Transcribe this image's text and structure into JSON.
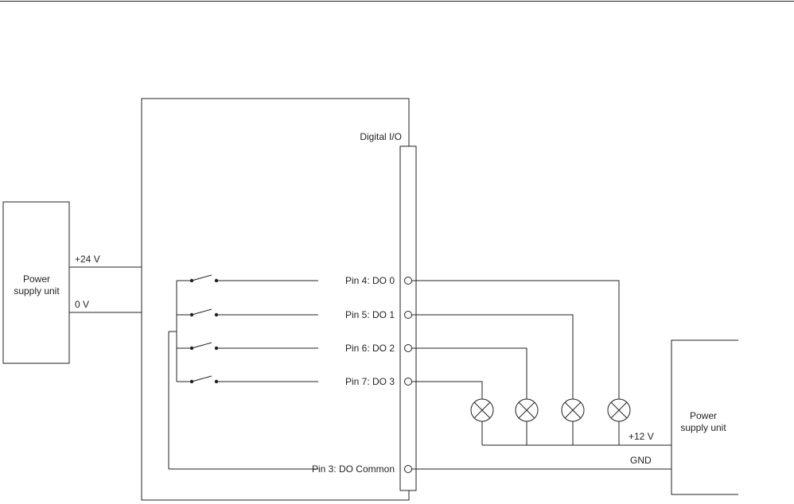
{
  "psu_left": {
    "line1": "Power",
    "line2": "supply unit"
  },
  "psu_right": {
    "line1": "Power",
    "line2": "supply unit"
  },
  "io_label": "Digital I/O",
  "supply_labels": {
    "plus24": "+24 V",
    "zero": "0 V",
    "plus12": "+12 V",
    "gnd": "GND"
  },
  "pins": [
    {
      "label": "Pin 4: DO 0"
    },
    {
      "label": "Pin 5: DO 1"
    },
    {
      "label": "Pin 6: DO 2"
    },
    {
      "label": "Pin 7: DO 3"
    }
  ],
  "common_pin": {
    "label": "Pin 3: DO Common"
  },
  "colors": {
    "line": "#222222",
    "background": "#ffffff"
  }
}
